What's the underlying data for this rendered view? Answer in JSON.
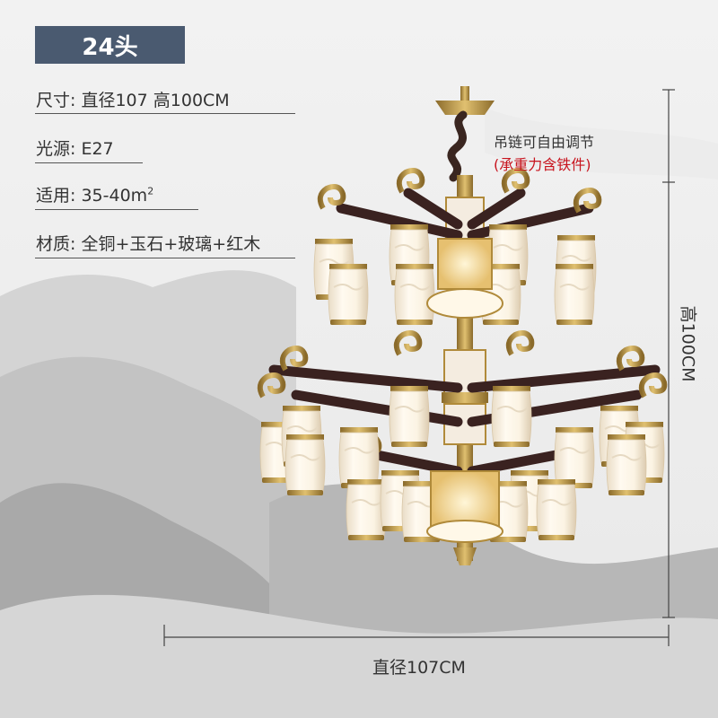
{
  "product": {
    "head_count": "24头"
  },
  "specs": [
    {
      "label": "尺寸",
      "value": "直径107 高100CM"
    },
    {
      "label": "光源",
      "value": "E27"
    },
    {
      "label": "适用",
      "value": "35-40m",
      "superscript": "2"
    },
    {
      "label": "材质",
      "value": "全铜+玉石+玻璃+红木"
    }
  ],
  "annotations": {
    "chain_note": "吊链可自由调节",
    "load_note": "(承重力含铁件)",
    "diameter_label": "直径107CM",
    "height_label": "高100CM"
  },
  "colors": {
    "title_bg": "#4a5a70",
    "note_red": "#c8141e",
    "brass": "#c9a24a",
    "redwood": "#3a2220",
    "jade_shade": "#f6f0e4"
  }
}
